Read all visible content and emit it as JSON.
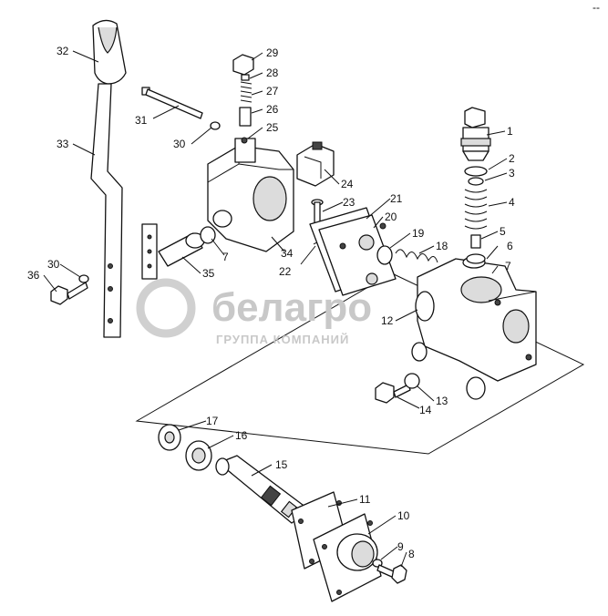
{
  "watermark": {
    "brand": "белагро",
    "tagline": "ГРУППА КОМПАНИЙ"
  },
  "corner_mark": "--",
  "callouts": {
    "c1": "1",
    "c2": "2",
    "c3": "3",
    "c4": "4",
    "c5": "5",
    "c6": "6",
    "c7a": "7",
    "c7b": "7",
    "c8": "8",
    "c9": "9",
    "c10": "10",
    "c11": "11",
    "c12": "12",
    "c13": "13",
    "c14": "14",
    "c15": "15",
    "c16": "16",
    "c17": "17",
    "c18": "18",
    "c19": "19",
    "c20": "20",
    "c21": "21",
    "c22": "22",
    "c23": "23",
    "c24": "24",
    "c25": "25",
    "c26": "26",
    "c27": "27",
    "c28": "28",
    "c29": "29",
    "c30a": "30",
    "c30b": "30",
    "c31": "31",
    "c32": "32",
    "c33": "33",
    "c34": "34",
    "c35": "35",
    "c36": "36"
  }
}
